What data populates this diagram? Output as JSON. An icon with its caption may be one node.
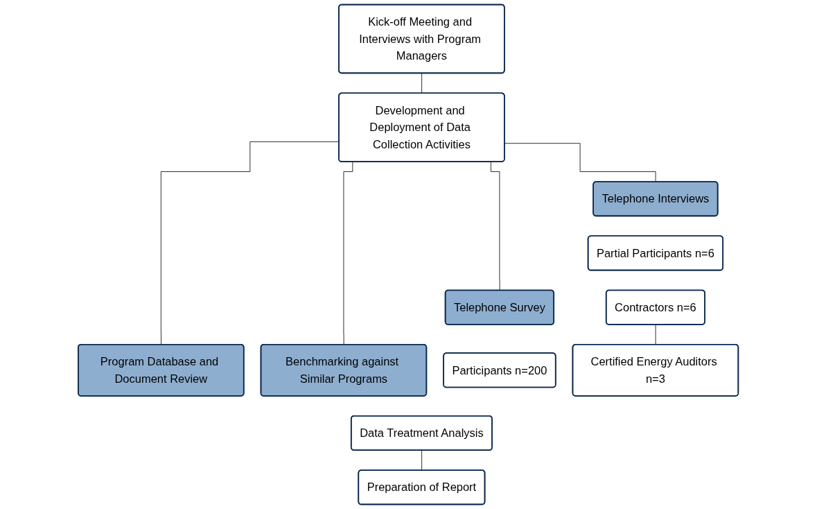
{
  "diagram": {
    "nodes": [
      {
        "text": [
          "Kick-off Meeting and Interviews with Program Managers"
        ]
      },
      {
        "text": [
          "Development and Deployment of Data Collection Activities"
        ]
      },
      {
        "text": [
          "Program Database and Document Review"
        ]
      },
      {
        "text": [
          "Benchmarking against Similar Programs"
        ]
      },
      {
        "text": [
          "Telephone Survey"
        ]
      },
      {
        "text": [
          "Telephone Interviews"
        ]
      },
      {
        "text": [
          "Participants n=200"
        ]
      },
      {
        "text": [
          "Partial Participants n=6"
        ]
      },
      {
        "text": [
          "Contractors n=6"
        ]
      },
      {
        "text": [
          "Certified Energy Auditors n=3"
        ]
      },
      {
        "text": [
          "Data Treatment Analysis"
        ]
      },
      {
        "text": [
          "Preparation of Report"
        ]
      }
    ],
    "edges": [
      {
        "from": 0,
        "to": 1,
        "arrow": "none"
      },
      {
        "from": 1,
        "to": 2,
        "arrow": "none"
      },
      {
        "from": 1,
        "to": 3,
        "arrow": "none"
      },
      {
        "from": 1,
        "to": 4,
        "arrow": "none"
      },
      {
        "from": 1,
        "to": 5,
        "arrow": "none"
      },
      {
        "from": 8,
        "to": 9,
        "arrow": "none"
      },
      {
        "from": 10,
        "to": 11,
        "arrow": "none"
      }
    ]
  }
}
